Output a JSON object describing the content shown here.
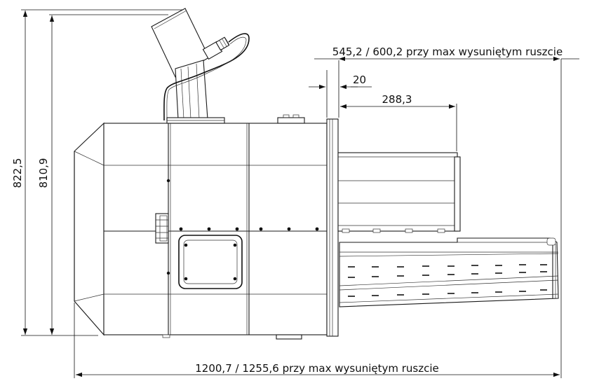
{
  "dimensions": {
    "height_total": "822,5",
    "height_body": "810,9",
    "top_right_span": "545,2 / 600,2 przy max wysuniętym ruszcie",
    "flange_width": "20",
    "upper_extension": "288,3",
    "overall_length": "1200,7 / 1255,6 przy max wysuniętym ruszcie"
  }
}
